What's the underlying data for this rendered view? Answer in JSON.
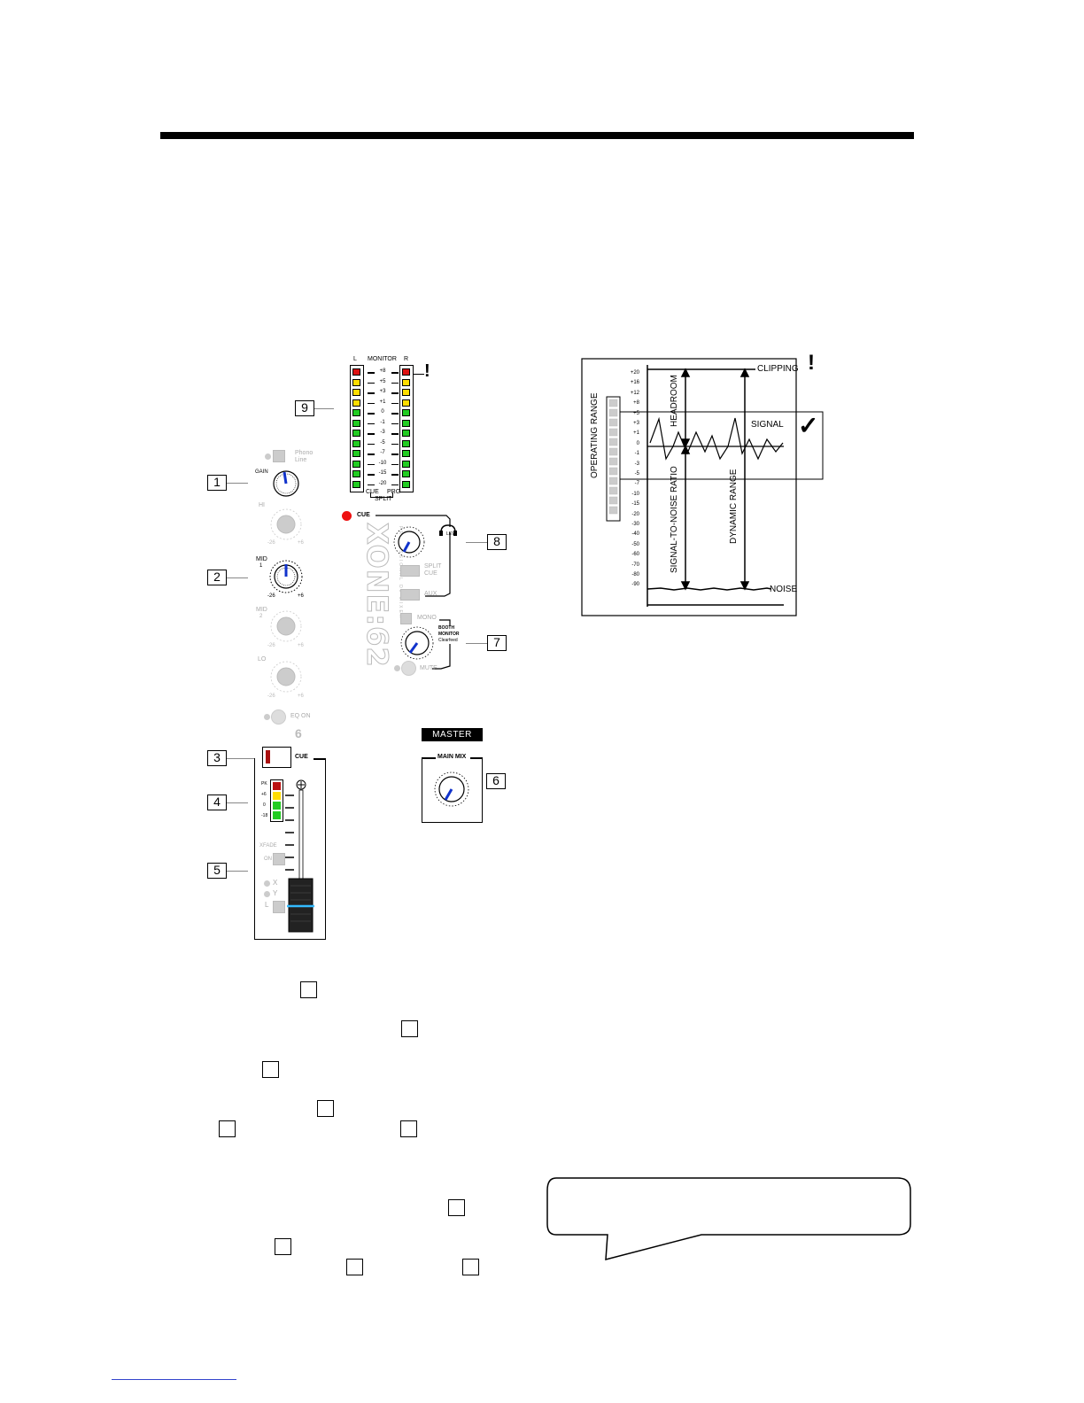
{
  "mixer": {
    "meter": {
      "l": "L",
      "monitor": "MONITOR",
      "r": "R",
      "scale": [
        "+8",
        "+5",
        "+3",
        "+1",
        "0",
        "-1",
        "-3",
        "-5",
        "-7",
        "-10",
        "-15",
        "-20"
      ],
      "cue": "CUE",
      "prg": "PRG",
      "split": "SPLIT",
      "clip_mark": "!",
      "led_colors": [
        "#dd1111",
        "#ffdd00",
        "#ffdd00",
        "#ffdd00",
        "#22cc22",
        "#22cc22",
        "#22cc22",
        "#22cc22",
        "#22cc22",
        "#22cc22",
        "#22cc22",
        "#22cc22"
      ]
    },
    "callouts": [
      "1",
      "2",
      "3",
      "4",
      "5",
      "6",
      "7",
      "8",
      "9"
    ],
    "channel": {
      "phono": "Phono",
      "line": "Line",
      "gain": "GAIN",
      "hi": "HI",
      "mid": "MID",
      "mid1": "1",
      "mid2_label": "MID",
      "mid2": "2",
      "lo": "LO",
      "eq_min": "-26",
      "eq_max": "+6",
      "eq_on": "EQ ON",
      "channel_number": "6",
      "cue": "CUE",
      "pk": "PK",
      "m6": "+6",
      "zero": "0",
      "m18": "-18",
      "xfade": "XFADE",
      "on": "ON",
      "x": "X",
      "y": "Y",
      "l": "L"
    },
    "brand": {
      "logo": "XONE:62",
      "sub": "PROFESSIONAL DJ MIXER"
    },
    "cue_section": {
      "cue": "CUE",
      "lev": "LEV",
      "split_cue_1": "SPLIT",
      "split_cue_2": "CUE",
      "aux": "AUX"
    },
    "booth": {
      "mono": "MONO",
      "booth": "BOOTH",
      "monitor": "MONITOR",
      "clearfeed": "Clearfeed",
      "mute": "MUTE"
    },
    "master": {
      "title": "MASTER",
      "main_mix": "MAIN MIX"
    }
  },
  "range_diagram": {
    "clipping": "CLIPPING",
    "clip_mark": "!",
    "operating_range": "OPERATING RANGE",
    "headroom": "HEADROOM",
    "signal": "SIGNAL",
    "check": "✓",
    "snr": "SIGNAL-TO-NOISE RATIO",
    "dynamic_range": "DYNAMIC RANGE",
    "noise": "NOISE",
    "scale": [
      "+20",
      "+16",
      "+12",
      "+8",
      "+5",
      "+3",
      "+1",
      "0",
      "-1",
      "-3",
      "-5",
      "-7",
      "-10",
      "-15",
      "-20",
      "-30",
      "-40",
      "-50",
      "-60",
      "-70",
      "-80",
      "-90"
    ]
  },
  "colors": {
    "cue_led": "#ee1111",
    "knob_pointer": "#1133cc",
    "fader_line": "#33bbff"
  }
}
